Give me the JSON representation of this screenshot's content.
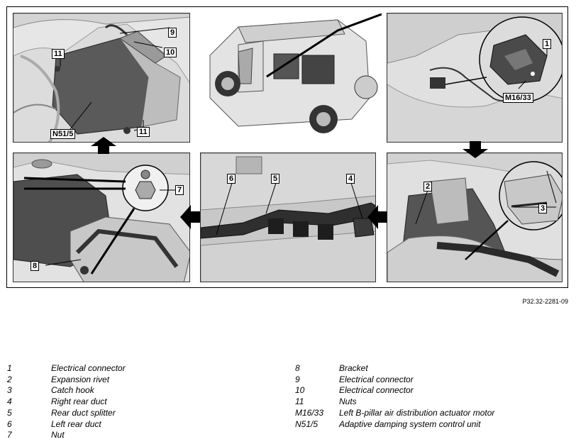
{
  "figure_ref": "P32.32-2281-09",
  "callouts": {
    "p1": [
      "11",
      "9",
      "10",
      "N51/5",
      "11"
    ],
    "p3": [
      "1",
      "M16/33"
    ],
    "p4": [
      "7",
      "8"
    ],
    "p5": [
      "6",
      "5",
      "4"
    ],
    "p6": [
      "2",
      "3"
    ]
  },
  "legend": [
    {
      "key": "1",
      "label": "Electrical connector"
    },
    {
      "key": "2",
      "label": "Expansion rivet"
    },
    {
      "key": "3",
      "label": "Catch hook"
    },
    {
      "key": "4",
      "label": "Right rear duct"
    },
    {
      "key": "5",
      "label": "Rear duct splitter"
    },
    {
      "key": "6",
      "label": "Left rear duct"
    },
    {
      "key": "7",
      "label": "Nut"
    },
    {
      "key": "8",
      "label": "Bracket"
    },
    {
      "key": "9",
      "label": "Electrical connector"
    },
    {
      "key": "10",
      "label": "Electrical connector"
    },
    {
      "key": "11",
      "label": "Nuts"
    },
    {
      "key": "M16/33",
      "label": "Left B-pillar air distribution actuator motor"
    },
    {
      "key": "N51/5",
      "label": "Adaptive damping system control unit"
    }
  ]
}
